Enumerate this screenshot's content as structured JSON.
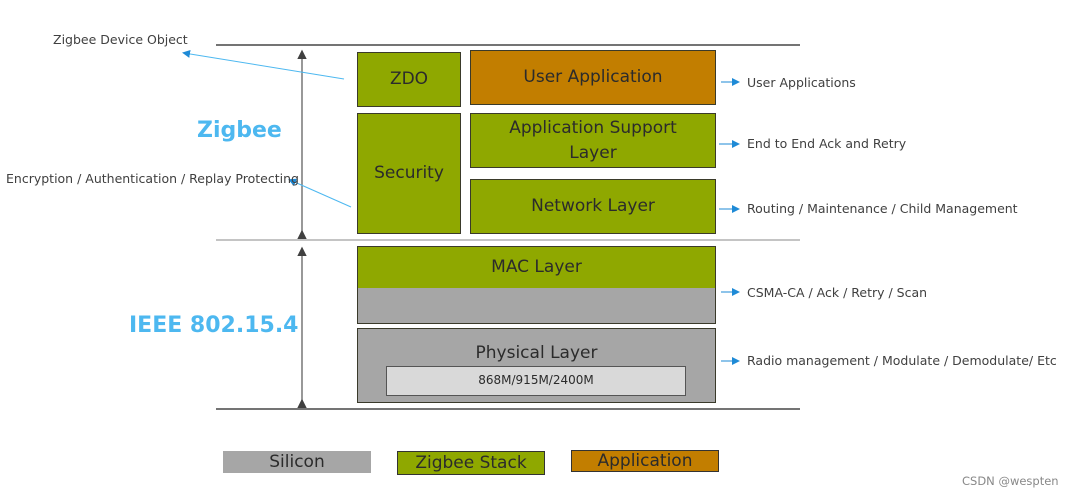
{
  "colors": {
    "zigbee_stack": "#8fa800",
    "application": "#c27e00",
    "silicon": "#a6a6a6",
    "accent_blue": "#4db8f0",
    "arrow_blue": "#1e8ad6"
  },
  "section_labels": {
    "zigbee": "Zigbee",
    "ieee": "IEEE 802.15.4"
  },
  "left_notes": {
    "zdo": "Zigbee Device Object",
    "security": "Encryption / Authentication / Replay Protecting"
  },
  "layers": {
    "zdo": "ZDO",
    "user_application": "User Application",
    "aps_line1": "Application Support",
    "aps_line2": "Layer",
    "security": "Security",
    "network": "Network Layer",
    "mac": "MAC Layer",
    "physical": "Physical Layer",
    "frequencies": "868M/915M/2400M"
  },
  "right_notes": [
    "User Applications",
    "End to End Ack and Retry",
    "Routing / Maintenance / Child Management",
    "CSMA-CA / Ack  / Retry / Scan",
    "Radio management / Modulate / Demodulate/ Etc"
  ],
  "legend": [
    {
      "label": "Silicon",
      "category": "silicon"
    },
    {
      "label": "Zigbee Stack",
      "category": "zigbee_stack"
    },
    {
      "label": "Application",
      "category": "application"
    }
  ],
  "watermark": "CSDN @wespten"
}
